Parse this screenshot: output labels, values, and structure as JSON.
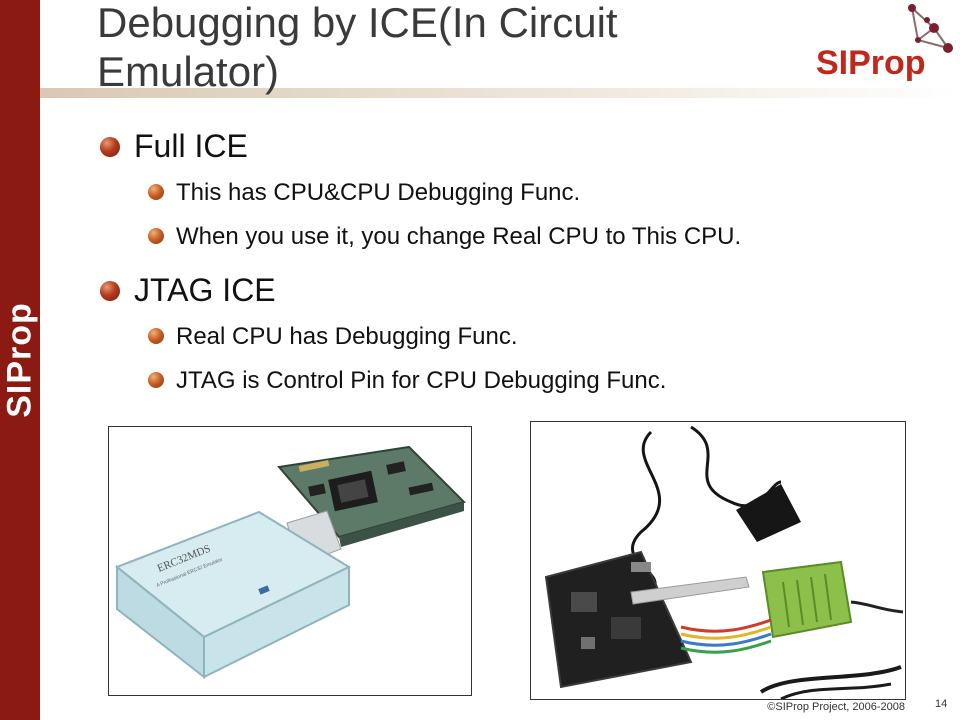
{
  "slide": {
    "title": "Debugging by ICE(In Circuit Emulator)",
    "side_logo": "SIProp",
    "logo_text": "SIProp",
    "bullets": [
      {
        "text": "Full ICE",
        "sub": [
          "This has CPU&CPU Debugging Func.",
          "When you use it, you change Real CPU to This CPU."
        ]
      },
      {
        "text": "JTAG ICE",
        "sub": [
          "Real CPU has Debugging Func.",
          "JTAG is Control Pin for CPU Debugging Func."
        ]
      }
    ],
    "images": [
      {
        "caption": "ERC32MDS",
        "label": "A Professional ERC32 Emulator",
        "icon": "full-ice-emulator-photo"
      },
      {
        "icon": "jtag-ice-board-photo"
      }
    ],
    "footer": "©SIProp Project, 2006-2008",
    "page_number": "14"
  },
  "colors": {
    "brand": "#c0281e",
    "side_bar": "#8b1a12",
    "title": "#3a3a3a",
    "bullet": "#b23a1c"
  }
}
